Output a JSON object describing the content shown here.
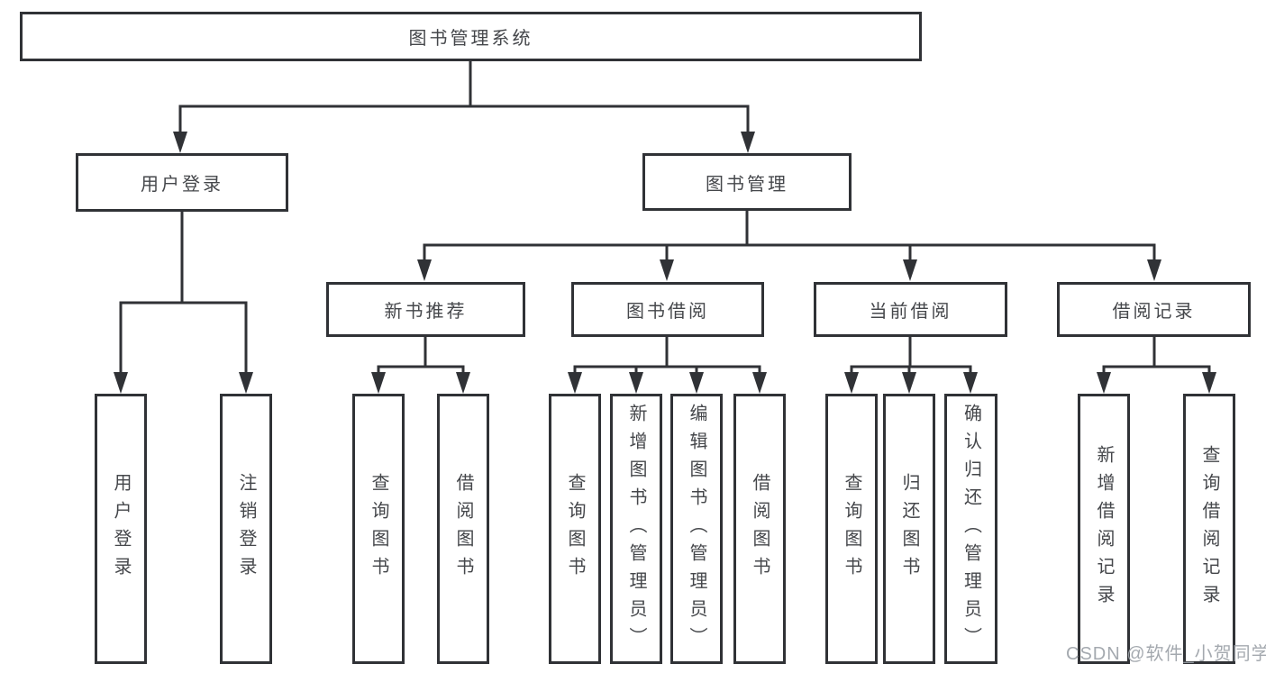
{
  "diagram": {
    "tree": {
      "label": "图书管理系统",
      "children": [
        {
          "label": "用户登录",
          "children": [
            {
              "label": "用户登录"
            },
            {
              "label": "注销登录"
            }
          ]
        },
        {
          "label": "图书管理",
          "children": [
            {
              "label": "新书推荐",
              "children": [
                {
                  "label": "查询图书"
                },
                {
                  "label": "借阅图书"
                }
              ]
            },
            {
              "label": "图书借阅",
              "children": [
                {
                  "label": "查询图书"
                },
                {
                  "label": "新增图书（管理员）"
                },
                {
                  "label": "编辑图书（管理员）"
                },
                {
                  "label": "借阅图书"
                }
              ]
            },
            {
              "label": "当前借阅",
              "children": [
                {
                  "label": "查询图书"
                },
                {
                  "label": "归还图书"
                },
                {
                  "label": "确认归还（管理员）"
                }
              ]
            },
            {
              "label": "借阅记录",
              "children": [
                {
                  "label": "新增借阅记录"
                },
                {
                  "label": "查询借阅记录"
                }
              ]
            }
          ]
        }
      ]
    },
    "watermark": "CSDN @软件_小贺同学",
    "colors": {
      "line": "#303236",
      "text": "#45474b",
      "background": "#ffffff",
      "watermark": "#9aa0a6"
    }
  }
}
